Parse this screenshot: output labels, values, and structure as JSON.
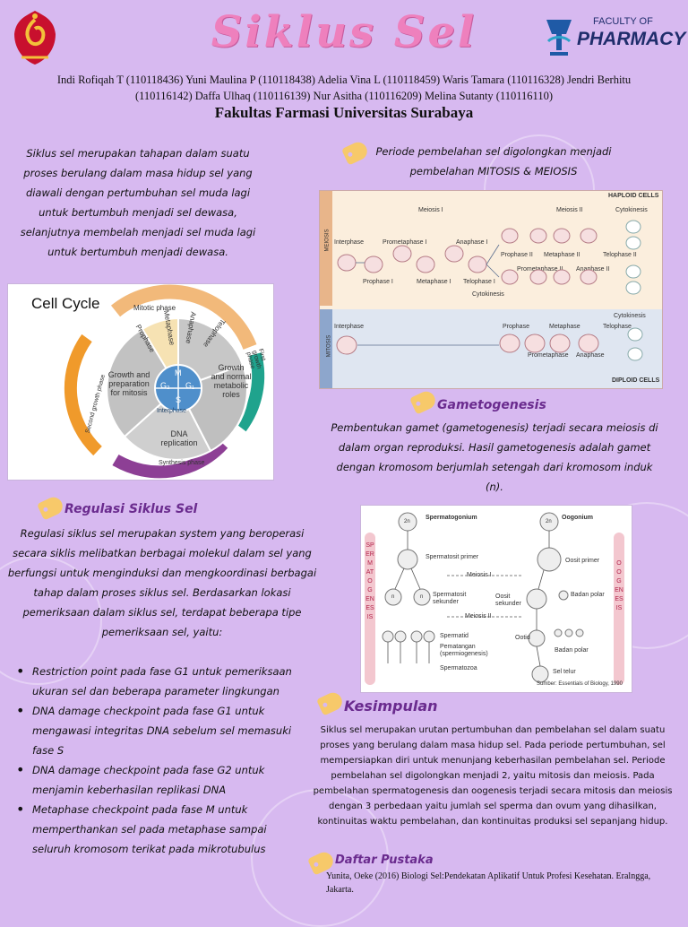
{
  "header": {
    "title": "Siklus Sel",
    "authors": "Indi Rofiqah T (110118436) Yuni Maulina P (110118438) Adelia Vina L (110118459)  Waris Tamara (110116328) Jendri Berhitu (110116142) Daffa Ulhaq (110116139) Nur Asitha (110116209) Melina Sutanty (110116110)",
    "faculty": "Fakultas Farmasi Universitas Surabaya",
    "logo_right_top": "FACULTY OF",
    "logo_right_main": "PHARMACY"
  },
  "intro": {
    "text": "Siklus sel merupakan tahapan dalam suatu proses berulang dalam masa hidup sel yang diawali dengan pertumbuhan sel muda lagi untuk bertumbuh menjadi sel dewasa, selanjutnya membelah menjadi sel muda lagi untuk bertumbuh menjadi dewasa."
  },
  "cell_cycle": {
    "title": "Cell Cycle",
    "mitotic_phase": "Mitotic phase",
    "phases": [
      "Prophase",
      "Metaphase",
      "Anaphase",
      "Telophase"
    ],
    "g1_text": "Growth and normal metabolic roles",
    "g2_text": "Growth and preparation for mitosis",
    "s_text": "DNA replication",
    "center": [
      "M",
      "G₂",
      "G₁",
      "S"
    ],
    "interphase": "Interphase",
    "first_growth": "First growth phase",
    "second_growth": "Second growth phase",
    "synthesis": "Synthesis phase"
  },
  "periode": {
    "text": "Periode pembelahan sel digolongkan menjadi pembelahan MITOSIS & MEIOSIS"
  },
  "meiosis_diagram": {
    "haploid": "HAPLOID CELLS",
    "diploid": "DIPLOID CELLS",
    "meiosis_label": "MEIOSIS",
    "mitosis_label": "MITOSIS",
    "meiosis_i": "Meiosis I",
    "meiosis_ii": "Meiosis II",
    "cytokinesis": "Cytokinesis",
    "interphase": "Interphase",
    "prometaphase_i": "Prometaphase I",
    "anaphase_i": "Anaphase I",
    "prophase_i": "Prophase I",
    "metaphase_i": "Metaphase I",
    "telophase_i": "Telophase I",
    "prophase_ii": "Prophase II",
    "metaphase_ii": "Metaphase II",
    "telophase_ii": "Telophase II",
    "prometaphase_ii": "Prometaphase II",
    "anaphase_ii": "Anaphase II",
    "prophase": "Prophase",
    "metaphase": "Metaphase",
    "telophase": "Telophase",
    "prometaphase": "Prometaphase",
    "anaphase": "Anaphase"
  },
  "gametogenesis": {
    "heading": "Gametogenesis",
    "text": "Pembentukan gamet (gametogenesis) terjadi secara meiosis di dalam organ reproduksi. Hasil gametogenesis adalah gamet dengan kromosom berjumlah setengah dari kromosom induk (n)."
  },
  "gameto_diagram": {
    "spermatogonium": "Spermatogonium",
    "oogonium": "Oogonium",
    "spermatosit_primer": "Spermatosit primer",
    "oosit_primer": "Oosit primer",
    "meiosis_i": "Meiosis I",
    "meiosis_ii": "Meiosis II",
    "spermatosit_sekunder": "Spermatosit sekunder",
    "oosit_sekunder": "Oosit sekunder",
    "badan_polar": "Badan polar",
    "spermatid": "Spermatid",
    "ootid": "Ootid",
    "pematangan": "Pematangan (spermiogenesis)",
    "spermatozoa": "Spermatozoa",
    "sel_telur": "Sel telur",
    "sumber": "Sumber: Essentials of Biology, 1990",
    "left_side": "SPERMATOGENESIS",
    "right_side": "OOGENESIS",
    "cell_2n": "2n",
    "cell_n": "n"
  },
  "regulasi": {
    "heading": "Regulasi Siklus Sel",
    "text": "Regulasi siklus sel merupakan system yang beroperasi secara siklis melibatkan berbagai molekul dalam sel yang berfungsi untuk menginduksi dan mengkoordinasi berbagai tahap dalam proses siklus sel. Berdasarkan lokasi pemeriksaan dalam siklus sel, terdapat beberapa tipe pemeriksaan sel, yaitu:",
    "items": [
      "Restriction point pada fase G1 untuk pemeriksaan ukuran sel dan beberapa parameter lingkungan",
      "DNA damage checkpoint pada fase G1 untuk mengawasi integritas DNA sebelum sel memasuki fase S",
      "DNA damage checkpoint pada fase G2 untuk menjamin keberhasilan replikasi DNA",
      "Metaphase checkpoint pada fase M untuk memperthankan sel pada metaphase sampai seluruh kromosom terikat pada mikrotubulus"
    ]
  },
  "kesimpulan": {
    "heading": "Kesimpulan",
    "text": "Siklus sel merupakan urutan pertumbuhan dan pembelahan sel dalam suatu proses yang berulang dalam masa hidup sel. Pada periode pertumbuhan, sel mempersiapkan diri untuk menunjang keberhasilan pembelahan sel. Periode pembelahan sel digolongkan menjadi 2, yaitu mitosis dan meiosis. Pada pembelahan spermatogenesis dan oogenesis terjadi secara mitosis dan meiosis dengan 3 perbedaan yaitu jumlah sel sperma dan ovum yang dihasilkan, kontinuitas waktu pembelahan, dan kontinuitas produksi sel sepanjang hidup."
  },
  "pustaka": {
    "heading": "Daftar Pustaka",
    "text": "Yunita, Oeke (2016) Biologi Sel:Pendekatan Aplikatif Untuk Profesi Kesehatan. Eralngga, Jakarta."
  },
  "colors": {
    "background": "#d7b9f0",
    "title": "#ee80bd",
    "heading": "#6a2b8e"
  }
}
